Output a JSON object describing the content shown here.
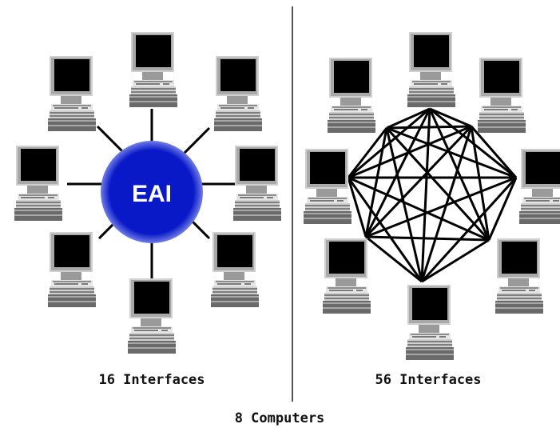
{
  "left_panel": {
    "hub_label": "EAI",
    "caption": "16 Interfaces",
    "hub_color": "#0a19c8"
  },
  "right_panel": {
    "caption": "56 Interfaces"
  },
  "footer": {
    "caption": "8 Computers"
  },
  "icons": {
    "computer": "computer-icon"
  },
  "colors": {
    "link": "#000000",
    "monitor_frame": "#cfcfcf",
    "screen": "#000000",
    "base": "#6a6a6a",
    "divider": "#555555"
  }
}
